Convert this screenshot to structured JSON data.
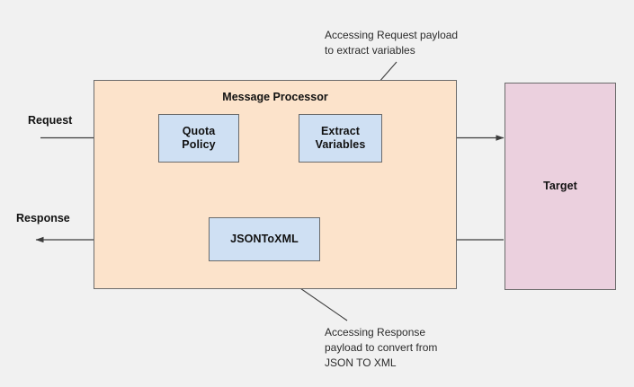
{
  "diagram": {
    "title": "Apigee Message Processor request/response flow",
    "background_color": "#f1f1f1",
    "containers": [
      {
        "id": "message-processor",
        "label": "Message Processor",
        "fill": "#fce3cb",
        "stroke": "#6b6b6b"
      },
      {
        "id": "target",
        "label": "Target",
        "fill": "#ebd0de",
        "stroke": "#6b6b6b"
      }
    ],
    "policies": [
      {
        "id": "quota-policy",
        "label": "Quota\nPolicy",
        "fill": "#cfe0f3",
        "stroke": "#4a4a4a"
      },
      {
        "id": "extract-variables",
        "label": "Extract\nVariables",
        "fill": "#cfe0f3",
        "stroke": "#4a4a4a"
      },
      {
        "id": "jsontoxml",
        "label": "JSONToXML",
        "fill": "#cfe0f3",
        "stroke": "#4a4a4a"
      }
    ],
    "flow_labels": {
      "request": "Request",
      "response": "Response"
    },
    "annotations": [
      {
        "id": "annotation-request",
        "text": "Accessing Request payload\nto extract variables",
        "points_to": "extract-variables"
      },
      {
        "id": "annotation-response",
        "text": "Accessing Response\npayload to convert from\nJSON TO XML",
        "points_to": "jsontoxml"
      }
    ],
    "connector_color": "#3c3c3c"
  }
}
